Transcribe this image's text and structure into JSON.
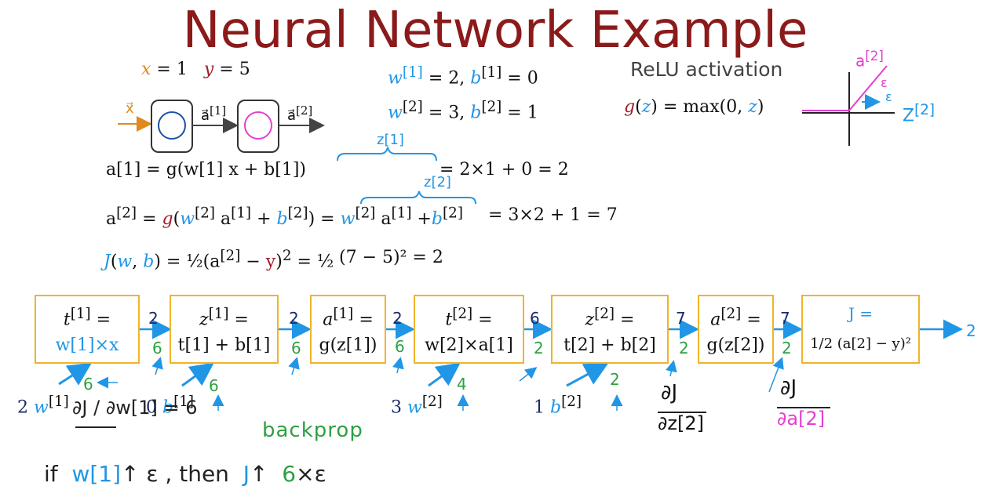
{
  "title": "Neural Network Example",
  "inputs": {
    "x_label": "x",
    "x_val": "= 1",
    "y_label": "y",
    "y_val": "= 5"
  },
  "params": {
    "w1": "w",
    "w1_sup": "[1]",
    "w1_val": "= 2,",
    "b1": "b",
    "b1_sup": "[1]",
    "b1_val": "= 0",
    "w2": "w",
    "w2_sup": "[2]",
    "w2_val": "= 3,",
    "b2": "b",
    "b2_sup": "[2]",
    "b2_val": "= 1"
  },
  "activation": {
    "label": "ReLU activation",
    "g": "g",
    "lp": "(",
    "z": "z",
    "rest": ") = max(0,",
    "z2": "z",
    ")": ")"
  },
  "network": {
    "x": "x⃗",
    "a1": "a⃗",
    "a1_sup": "[1]",
    "a2": "a⃗",
    "a2_sup": "[2]"
  },
  "plot": {
    "a2": "a",
    "a2_sup": "[2]",
    "z2": "Z",
    "z2_sup": "[2]",
    "eps": "ε"
  },
  "eq": {
    "line1_lhs": "a[1] = g(w[1] x + b[1])",
    "line1_z": "z[1]",
    "line1_rhs": "= 2×1 + 0 = 2",
    "line2_z": "z[2]",
    "line2_rhs": "= 3×2 + 1 = 7",
    "line3_rhs": "(7 − 5)² = 2"
  },
  "graph": {
    "boxes": [
      {
        "top": "t",
        "top_sup": "[1]",
        "top_tail": " =",
        "bottom": "w[1]×x"
      },
      {
        "top": "z",
        "top_sup": "[1]",
        "top_tail": " =",
        "bottom": "t[1] + b[1]"
      },
      {
        "top": "a",
        "top_sup": "[1]",
        "top_tail": " =",
        "bottom": "g(z[1])"
      },
      {
        "top": "t",
        "top_sup": "[2]",
        "top_tail": " =",
        "bottom": "w[2]×a[1]"
      },
      {
        "top": "z",
        "top_sup": "[2]",
        "top_tail": " =",
        "bottom": "t[2] + b[2]"
      },
      {
        "top": "a",
        "top_sup": "[2]",
        "top_tail": " =",
        "bottom": "g(z[2])"
      },
      {
        "top": "J =",
        "bottom": "1/2 (a[2] − y)²"
      }
    ],
    "forward_values": [
      "2",
      "2",
      "2",
      "6",
      "7",
      "7",
      "2"
    ],
    "backward_values": [
      "6",
      "6",
      "6",
      "2",
      "2",
      "2"
    ],
    "inputs": [
      {
        "val": "2",
        "name": "w",
        "sup": "[1]",
        "grad": "6"
      },
      {
        "val": "0",
        "name": "b",
        "sup": "[1]",
        "grad": "6"
      },
      {
        "val": "3",
        "name": "w",
        "sup": "[2]",
        "grad": "4"
      },
      {
        "val": "1",
        "name": "b",
        "sup": "[2]",
        "grad": "2"
      }
    ]
  },
  "notes": {
    "dJ_dw1": "∂J / ∂w[1] = 6",
    "backprop": "backprop",
    "dJ_dz2_num": "∂J",
    "dJ_dz2_den": "∂z[2]",
    "dJ_da2_num": "∂J",
    "dJ_da2_den": "∂a[2]",
    "bottom_if": "if",
    "bottom_w": "w[1]",
    "bottom_eps1": "↑ ε",
    "bottom_then": ", then",
    "bottom_J": "J",
    "bottom_up": "↑",
    "bottom_6": "6",
    "bottom_eps2": "×ε"
  }
}
